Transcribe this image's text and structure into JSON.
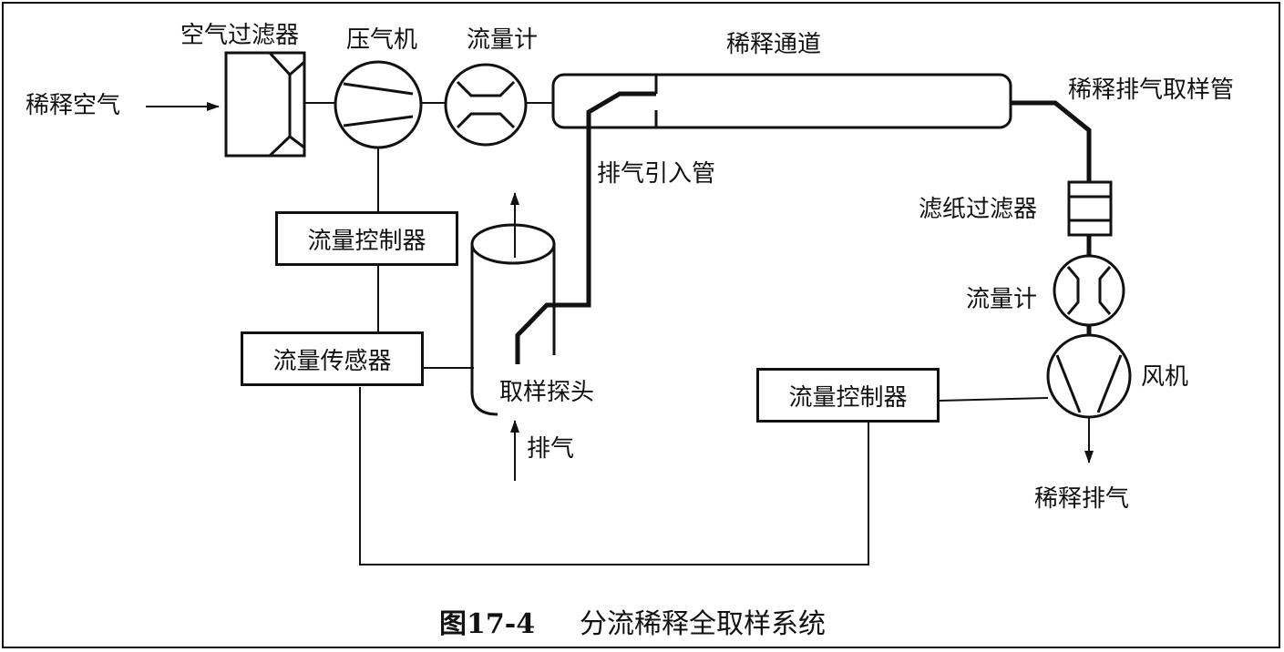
{
  "labels": {
    "dilution_air": "稀释空气",
    "air_filter": "空气过滤器",
    "compressor": "压气机",
    "flowmeter_top": "流量计",
    "dilution_tunnel": "稀释通道",
    "dilution_exhaust_sampling_tube": "稀释排气取样管",
    "exhaust_inlet_tube": "排气引入管",
    "paper_filter": "滤纸过滤器",
    "flowmeter_right": "流量计",
    "fan": "风机",
    "sampling_probe": "取样探头",
    "exhaust": "排气",
    "diluted_exhaust": "稀释排气"
  },
  "boxes": {
    "flow_controller_left": "流量控制器",
    "flow_sensor": "流量传感器",
    "flow_controller_right": "流量控制器"
  },
  "caption": {
    "number": "图17-4",
    "title": "分流稀释全取样系统"
  }
}
